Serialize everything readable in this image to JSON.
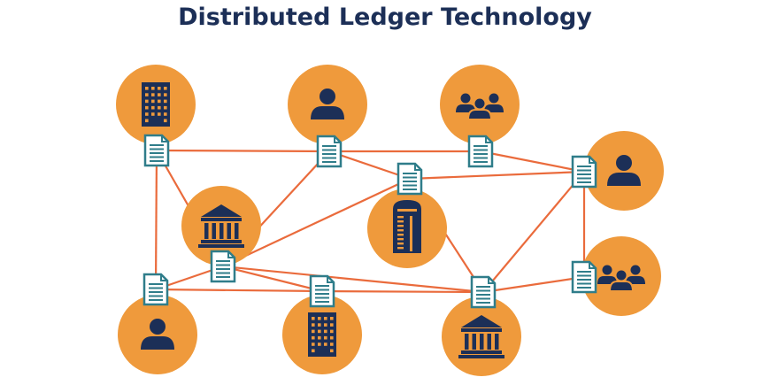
{
  "title": "Distributed Ledger Technology",
  "colors": {
    "node": "#ef9a3c",
    "icon": "#1c2f57",
    "edge": "#ea6b3c",
    "doc_border": "#2f7d8a",
    "doc_fill": "#ffffff"
  },
  "nodes": [
    {
      "id": "n1",
      "icon": "office-building-icon"
    },
    {
      "id": "n2",
      "icon": "person-icon"
    },
    {
      "id": "n3",
      "icon": "group-icon"
    },
    {
      "id": "n4",
      "icon": "person-icon"
    },
    {
      "id": "n5",
      "icon": "bank-icon"
    },
    {
      "id": "n6",
      "icon": "tower-building-icon"
    },
    {
      "id": "n7",
      "icon": "group-icon"
    },
    {
      "id": "n8",
      "icon": "person-icon"
    },
    {
      "id": "n9",
      "icon": "office-building-icon"
    },
    {
      "id": "n10",
      "icon": "bank-icon"
    }
  ],
  "ledger_documents": [
    {
      "id": "d1",
      "icon": "ledger-document-icon"
    },
    {
      "id": "d2",
      "icon": "ledger-document-icon"
    },
    {
      "id": "d3",
      "icon": "ledger-document-icon"
    },
    {
      "id": "d4",
      "icon": "ledger-document-icon"
    },
    {
      "id": "d5",
      "icon": "ledger-document-icon"
    },
    {
      "id": "d6",
      "icon": "ledger-document-icon"
    },
    {
      "id": "d7",
      "icon": "ledger-document-icon"
    },
    {
      "id": "d8",
      "icon": "ledger-document-icon"
    },
    {
      "id": "d9",
      "icon": "ledger-document-icon"
    },
    {
      "id": "d10",
      "icon": "ledger-document-icon"
    }
  ],
  "connections": [
    [
      "d1",
      "d2"
    ],
    [
      "d2",
      "d3"
    ],
    [
      "d3",
      "d4"
    ],
    [
      "d1",
      "d8"
    ],
    [
      "d1",
      "d5"
    ],
    [
      "d2",
      "d5"
    ],
    [
      "d2",
      "d6"
    ],
    [
      "d6",
      "d4"
    ],
    [
      "d6",
      "d5"
    ],
    [
      "d6",
      "d10"
    ],
    [
      "d4",
      "d10"
    ],
    [
      "d4",
      "d7"
    ],
    [
      "d8",
      "d5"
    ],
    [
      "d8",
      "d9"
    ],
    [
      "d5",
      "d9"
    ],
    [
      "d9",
      "d10"
    ],
    [
      "d10",
      "d7"
    ],
    [
      "d5",
      "d10"
    ]
  ]
}
